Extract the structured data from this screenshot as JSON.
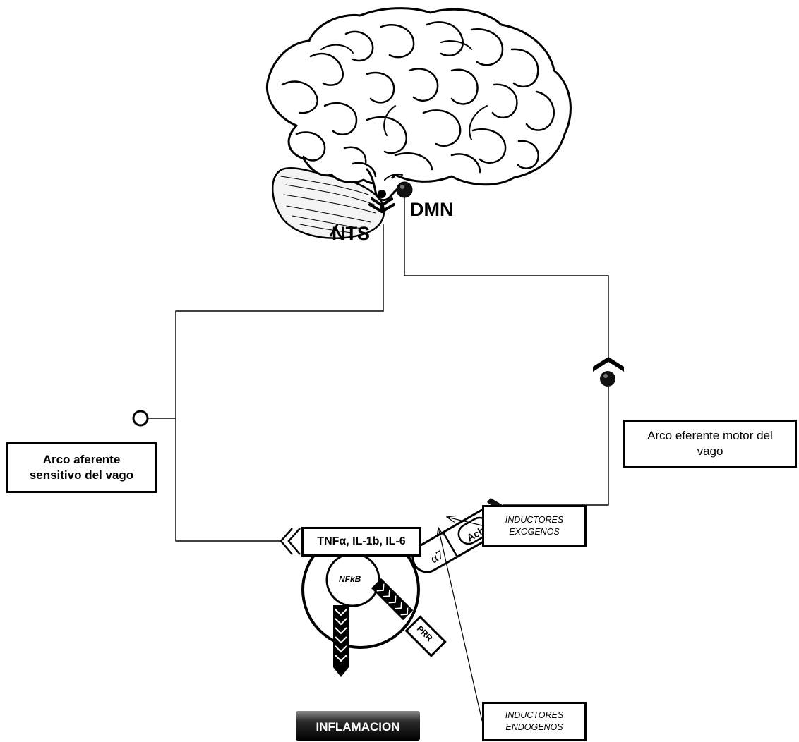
{
  "brain": {
    "dmn_label": "DMN",
    "nts_label": "NTS"
  },
  "afferent_box": {
    "line1": "Arco aferente",
    "line2": "sensitivo  del vago"
  },
  "efferent_box": {
    "line1": "Arco eferente motor del",
    "line2": "vago"
  },
  "cell": {
    "nucleus_label": "NFkB",
    "receptor_alpha7": "α7",
    "acetylcholine": "Ach",
    "prr_label": "PRR"
  },
  "cytokines_box": {
    "text": "TNFα, IL-1b, IL-6"
  },
  "inflammation_banner": {
    "text": "INFLAMACION"
  },
  "exogenous_box": {
    "line1": "INDUCTORES",
    "line2": "EXOGENOS"
  },
  "endogenous_box": {
    "line1": "INDUCTORES",
    "line2": "ENDOGENOS"
  }
}
